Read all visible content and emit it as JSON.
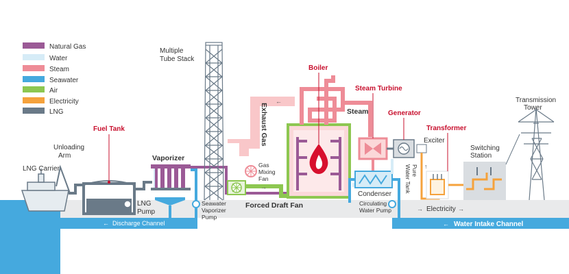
{
  "legend": [
    {
      "label": "Natural Gas",
      "color": "#9b5a96"
    },
    {
      "label": "Water",
      "color": "#d6ecf7"
    },
    {
      "label": "Steam",
      "color": "#ee8c97"
    },
    {
      "label": "Seawater",
      "color": "#45a9de"
    },
    {
      "label": "Air",
      "color": "#8dc751"
    },
    {
      "label": "Electricity",
      "color": "#f5a23c"
    },
    {
      "label": "LNG",
      "color": "#6a7a88"
    }
  ],
  "labels": {
    "multiple_tube_stack_1": "Multiple",
    "multiple_tube_stack_2": "Tube Stack",
    "boiler": "Boiler",
    "steam_turbine": "Steam Turbine",
    "generator": "Generator",
    "transformer": "Transformer",
    "transmission_tower_1": "Transmission",
    "transmission_tower_2": "Tower",
    "fuel_tank": "Fuel Tank",
    "unloading_arm_1": "Unloading",
    "unloading_arm_2": "Arm",
    "lng_carrier": "LNG Carrier",
    "vaporizer": "Vaporizer",
    "exhaust_gas": "Exhaust Gas",
    "gas_mixing_fan_1": "Gas",
    "gas_mixing_fan_2": "Mixing",
    "gas_mixing_fan_3": "Fan",
    "steam": "Steam",
    "exciter": "Exciter",
    "switching_station_1": "Switching",
    "switching_station_2": "Station",
    "pure_water_tank_1": "Pure",
    "pure_water_tank_2": "Water Tank",
    "lng_pump_1": "LNG",
    "lng_pump_2": "Pump",
    "seawater_vaporizer_pump_1": "Seawater",
    "seawater_vaporizer_pump_2": "Vaporizer",
    "seawater_vaporizer_pump_3": "Pump",
    "forced_draft_fan": "Forced Draft Fan",
    "condenser": "Condenser",
    "circulating_water_pump_1": "Circulating",
    "circulating_water_pump_2": "Water Pump",
    "electricity": "Electricity",
    "discharge_channel": "Discharge Channel",
    "water_intake_channel": "Water Intake Channel"
  },
  "colors": {
    "natural_gas": "#9b5a96",
    "water": "#d6ecf7",
    "steam": "#ee8c97",
    "seawater": "#45a9de",
    "air": "#8dc751",
    "electricity": "#f5a23c",
    "lng": "#6a7a88",
    "ground": "#e9eaeb",
    "flame": "#d7102e",
    "accent_red": "#c8102e"
  }
}
